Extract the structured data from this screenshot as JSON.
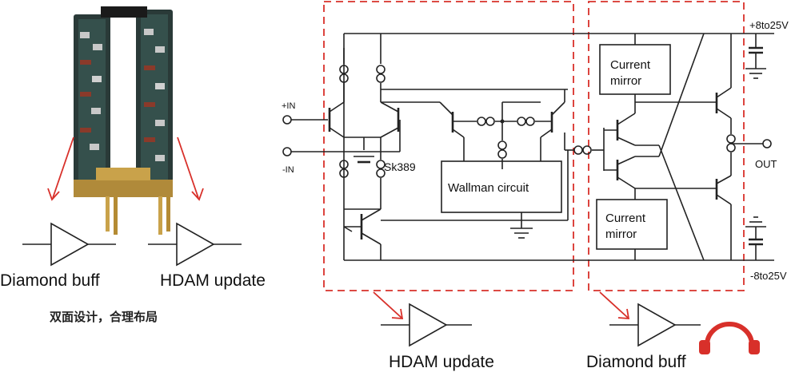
{
  "labels": {
    "diamond_buff_left": "Diamond buff",
    "hdam_update_left": "HDAM update",
    "chinese_caption": "双面设计，合理布局",
    "plus_in": "+IN",
    "minus_in": "-IN",
    "sk389": "Sk389",
    "wallman": "Wallman circuit",
    "current_mirror_top_1": "Current",
    "current_mirror_top_2": "mirror",
    "current_mirror_bottom_1": "Current",
    "current_mirror_bottom_2": "mirror",
    "v_plus": "+8to25V",
    "v_minus": "-8to25V",
    "out": "OUT",
    "hdam_update_bottom": "HDAM update",
    "diamond_buff_bottom": "Diamond buff"
  },
  "colors": {
    "accent_red": "#d8302a",
    "wire": "#222222"
  },
  "icons": [
    "pcb-module-photo",
    "buffer-triangle-icon",
    "headphone-logo-icon"
  ]
}
